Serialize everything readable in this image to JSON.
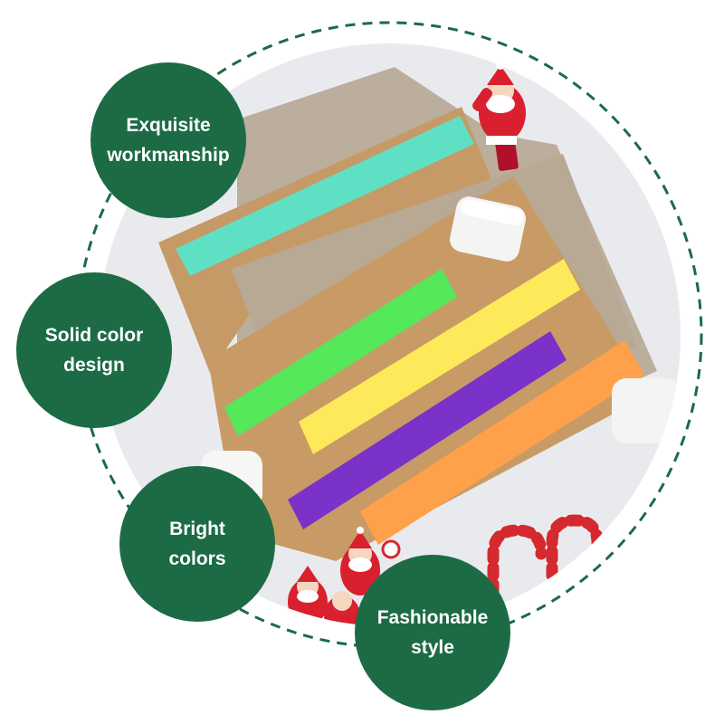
{
  "colors": {
    "badge_green": "#1c6b45",
    "dashed_ring": "#1c6b45",
    "tape_teal": "#5fe0c5",
    "tape_green": "#55e85a",
    "tape_yellow": "#fde95a",
    "tape_purple": "#7a32c8",
    "tape_orange": "#ffa04a",
    "kraft_paper": "#c79a68",
    "grey_envelope": "#b9ab98"
  },
  "badges": [
    {
      "line1": "Exquisite",
      "line2": "workmanship"
    },
    {
      "line1": "Solid color",
      "line2": "design"
    },
    {
      "line1": "Bright",
      "line2": "colors"
    },
    {
      "line1": "Fashionable",
      "line2": "style"
    }
  ]
}
